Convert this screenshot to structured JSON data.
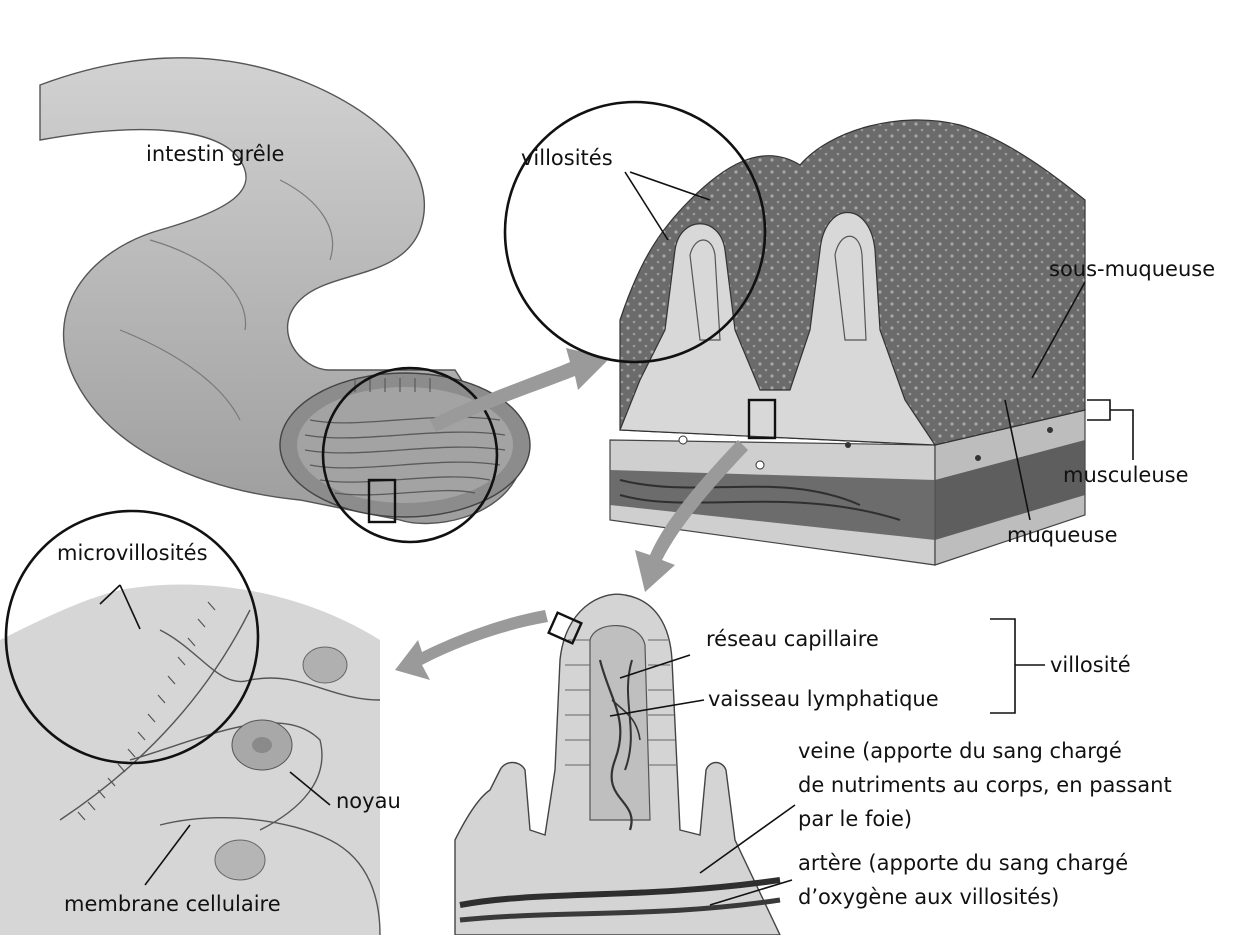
{
  "labels": {
    "intestin_grele": "intestin grêle",
    "villosites": "villosités",
    "sous_muqueuse": "sous-muqueuse",
    "musculeuse": "musculeuse",
    "muqueuse": "muqueuse",
    "microvillosites": "microvillosités",
    "reseau_capillaire": "réseau capillaire",
    "vaisseau_lymphatique": "vaisseau lymphatique",
    "villosite": "villosité",
    "noyau": "noyau",
    "membrane_cellulaire": "membrane cellulaire",
    "veine_1": "veine (apporte du sang chargé",
    "veine_2": "de nutriments au corps, en passant",
    "veine_3": "par le foie)",
    "artere_1": "artère (apporte du sang chargé",
    "artere_2": "d’oxygène aux villosités)"
  },
  "colors": {
    "intestine_fill": "#b8b8b8",
    "tissue_dark": "#6e6e6e",
    "tissue_light": "#d9d9d9",
    "arrow": "#9a9a9a"
  }
}
